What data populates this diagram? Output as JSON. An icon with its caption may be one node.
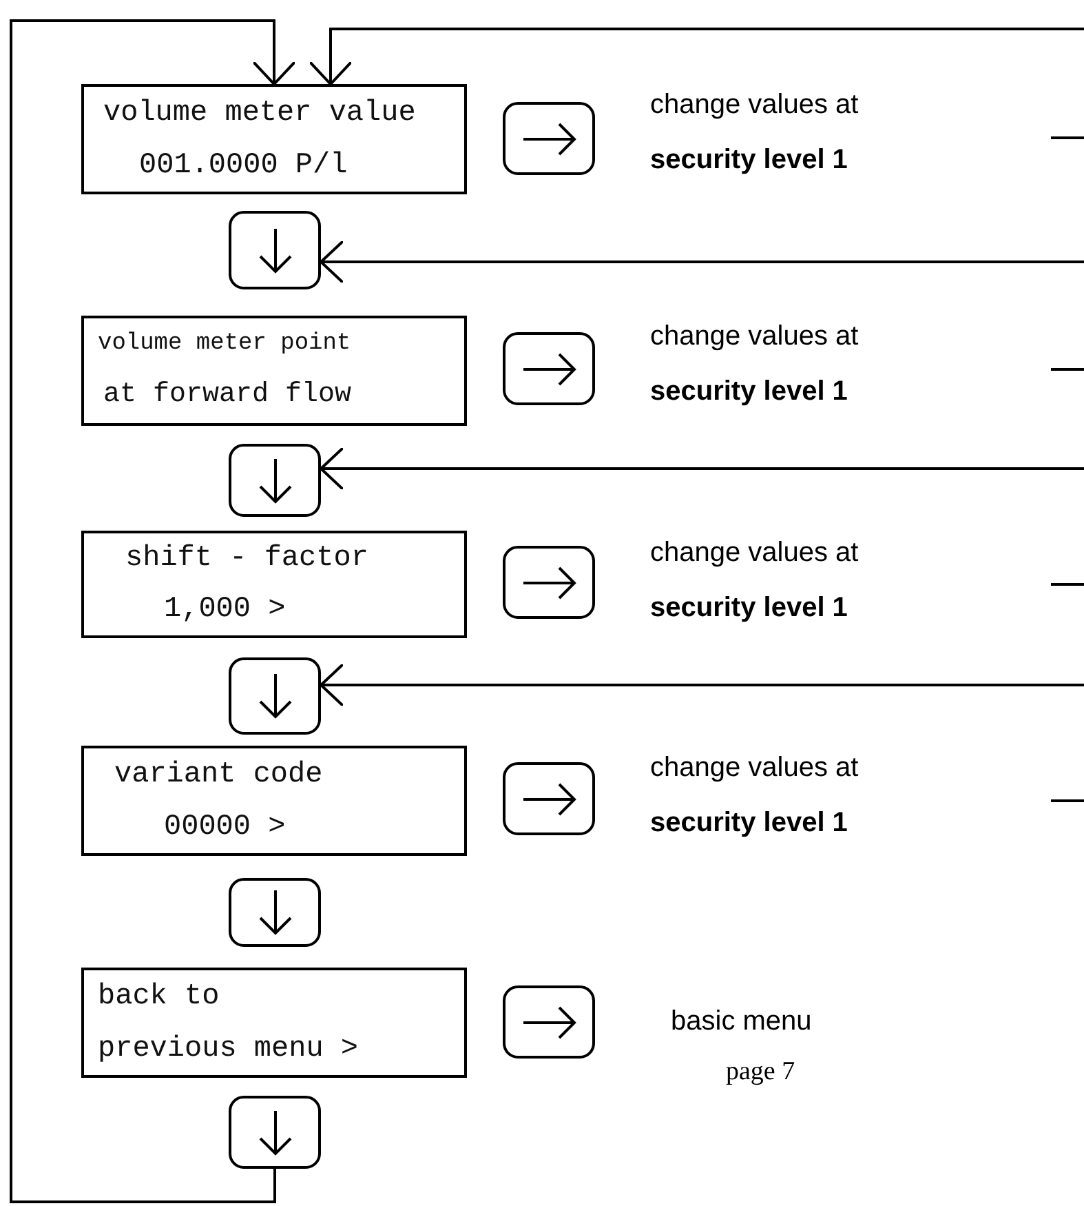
{
  "diagram": {
    "nodes": [
      {
        "text": [
          "volume meter value",
          "001.0000 P/l"
        ]
      },
      {
        "text": [
          "change values at",
          "security level 1"
        ]
      },
      {
        "text": [],
        "shape": "box"
      },
      {
        "text": [
          "volume meter point",
          "at forward flow"
        ]
      },
      {
        "text": [
          "change values at",
          "security level 1"
        ]
      },
      {
        "text": [],
        "shape": "box"
      },
      {
        "text": [
          "shift - factor",
          "1,000 >"
        ]
      },
      {
        "text": [
          "change values at",
          "security level 1"
        ]
      },
      {
        "text": [],
        "shape": "box"
      },
      {
        "text": [
          "variant code",
          "00000 >"
        ]
      },
      {
        "text": [
          "change values at",
          "security level 1"
        ]
      },
      {
        "text": [],
        "shape": "box"
      },
      {
        "text": [
          "back to",
          "previous menu >"
        ]
      },
      {
        "text": [
          "basic menu",
          "page 7"
        ]
      },
      {
        "text": [],
        "shape": "box"
      }
    ],
    "edges": [
      {
        "from": 14,
        "to": 0,
        "arrow": "to"
      },
      {
        "from": null,
        "to": 0,
        "arrow": "to"
      },
      {
        "from": null,
        "to": 2,
        "arrow": "to"
      },
      {
        "from": null,
        "to": 5,
        "arrow": "to"
      },
      {
        "from": null,
        "to": 8,
        "arrow": "to"
      }
    ]
  }
}
